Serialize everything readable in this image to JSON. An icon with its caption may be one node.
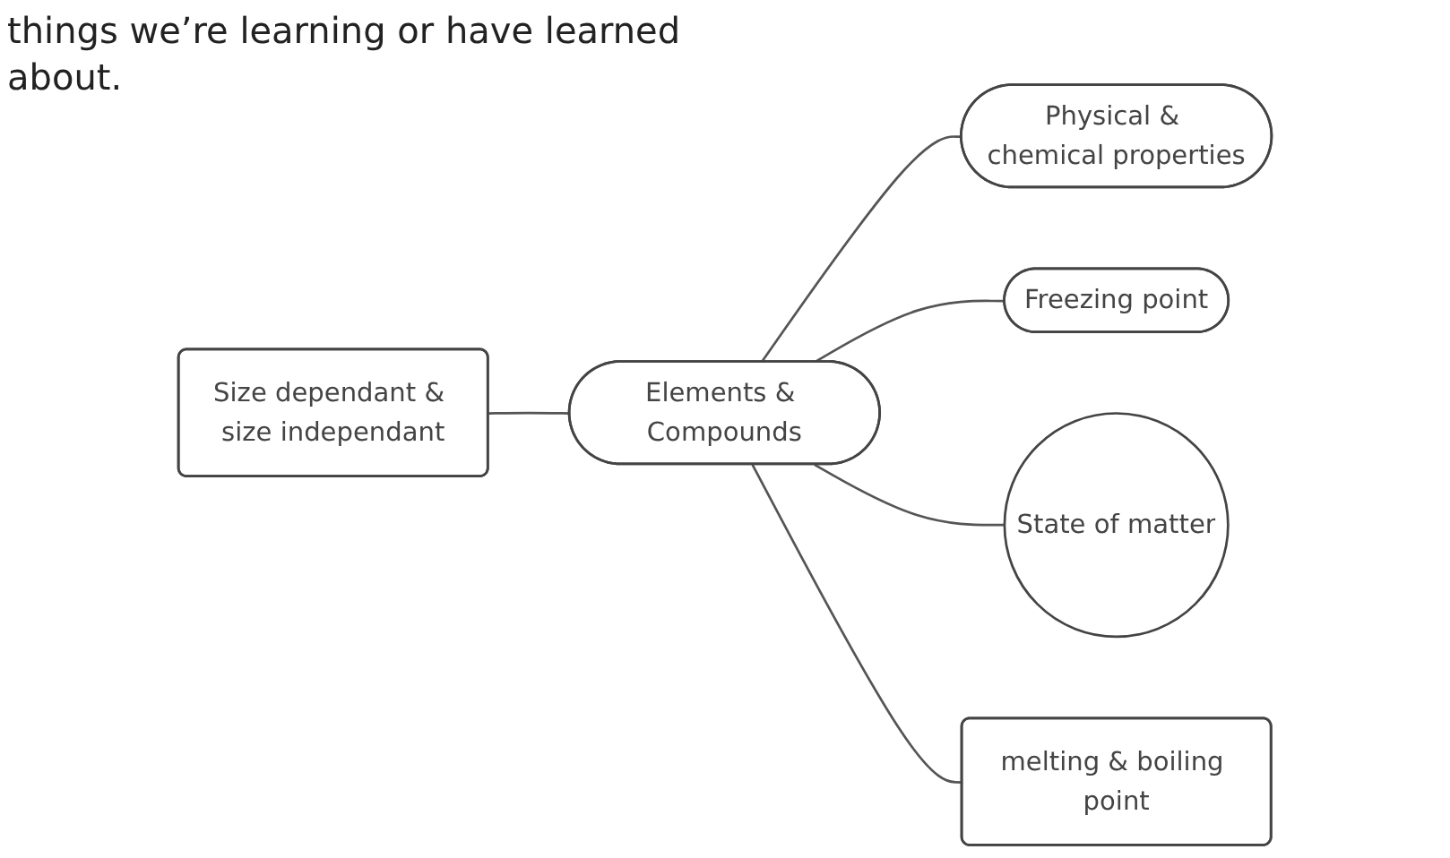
{
  "diagram": {
    "nodes": [
      {
        "text": [
          "Elements & Compounds"
        ]
      },
      {
        "text": [
          "Size dependant & size independant"
        ]
      },
      {
        "text": [
          "Physical & chemical properties"
        ]
      },
      {
        "text": [
          "Freezing point"
        ]
      },
      {
        "text": [
          "State of matter"
        ]
      },
      {
        "text": [
          "melting & boiling point"
        ]
      }
    ],
    "edges": [
      {
        "from": 1,
        "to": 0,
        "arrow": "none"
      },
      {
        "from": 0,
        "to": 2,
        "arrow": "none"
      },
      {
        "from": 0,
        "to": 3,
        "arrow": "none"
      },
      {
        "from": 0,
        "to": 4,
        "arrow": "none"
      },
      {
        "from": 0,
        "to": 5,
        "arrow": "none"
      }
    ],
    "labels": [
      "things we’re learning or have learned about."
    ]
  }
}
